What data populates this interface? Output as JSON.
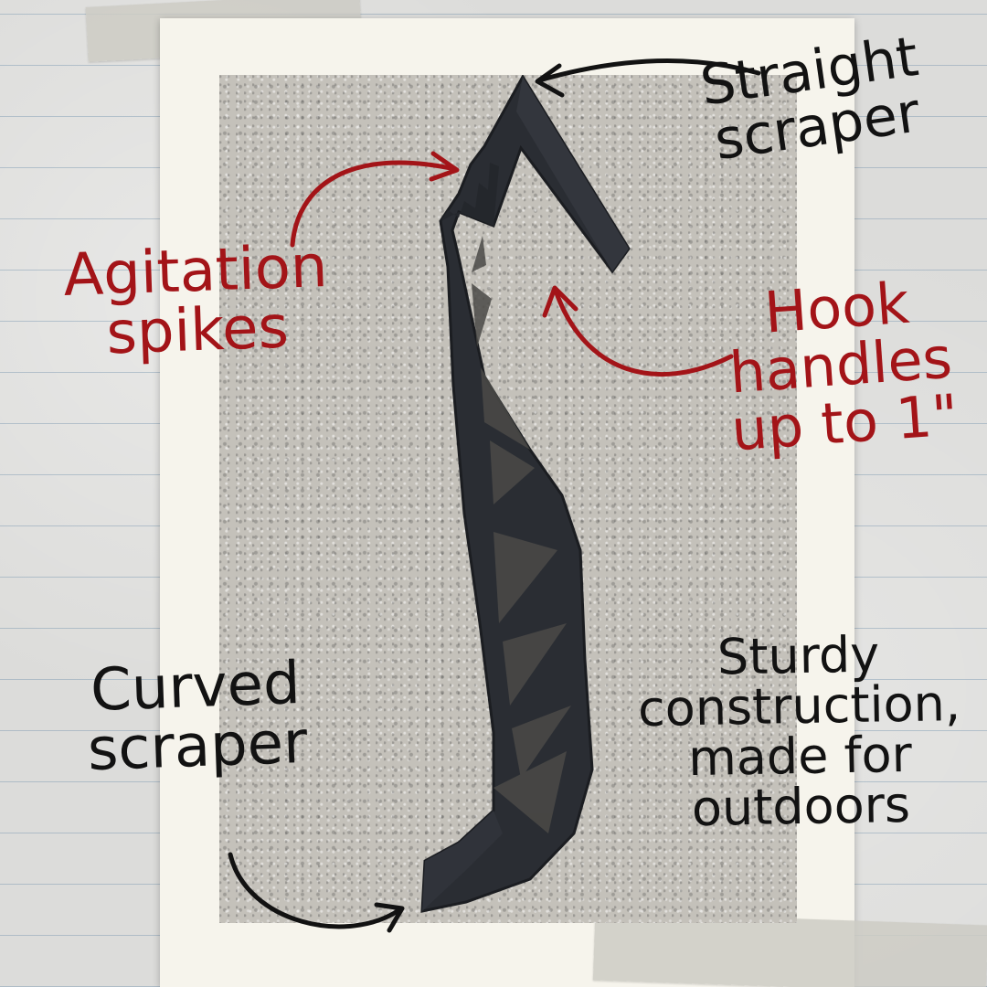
{
  "labels": {
    "straight_scraper": [
      "Straight",
      "scraper"
    ],
    "agitation_spikes": [
      "Agitation",
      "spikes"
    ],
    "hook_handles": [
      "Hook",
      "handles",
      "up to 1\""
    ],
    "curved_scraper": [
      "Curved",
      "scraper"
    ],
    "sturdy_construction": [
      "Sturdy",
      "construction,",
      "made for",
      "outdoors"
    ]
  },
  "colors": {
    "annotation_black": "#121212",
    "annotation_red": "#a31418",
    "tool_body": "#2a2d33"
  }
}
